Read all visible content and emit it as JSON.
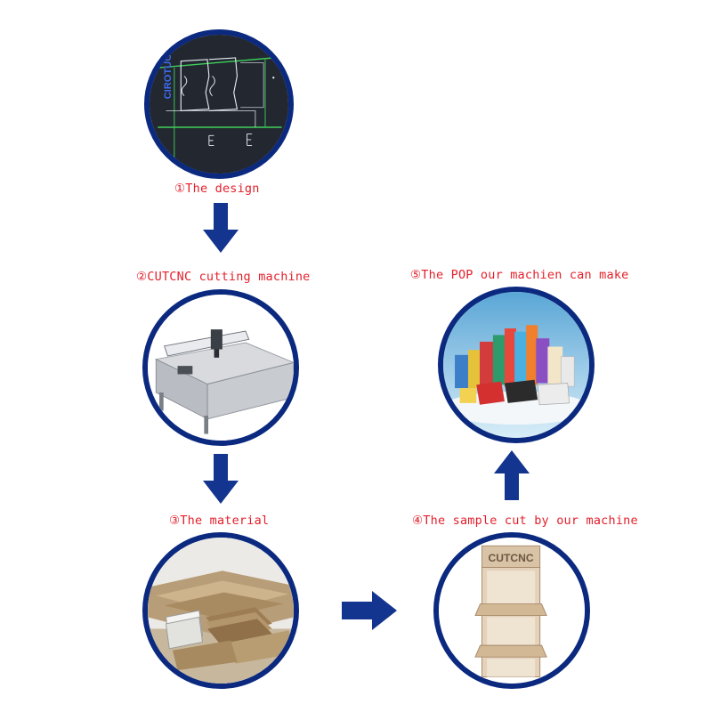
{
  "colors": {
    "label": "#e3202b",
    "ring": "#0b2a7f",
    "arrow": "#13348f"
  },
  "steps": [
    {
      "label": "①The design",
      "image": "cad-design-screen"
    },
    {
      "label": "②CUTCNC cutting machine",
      "image": "flatbed-cutting-machine"
    },
    {
      "label": "③The material",
      "image": "cardboard-sheets"
    },
    {
      "label": "④The sample cut by our machine",
      "image": "cardboard-display-stand"
    },
    {
      "label": "⑤The POP our machien can make",
      "image": "pop-display-collection"
    }
  ],
  "design_screen_text": "CIROTUO",
  "sample_brand_text": "CUTCNC",
  "arrows": [
    "arrow-down",
    "arrow-down",
    "arrow-right",
    "arrow-up"
  ]
}
